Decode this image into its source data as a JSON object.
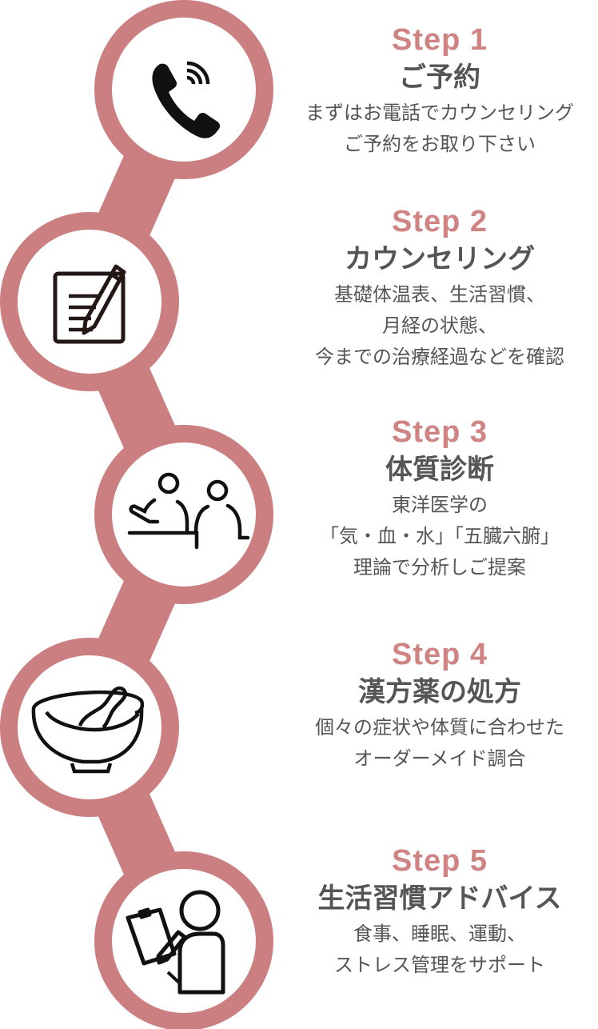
{
  "colors": {
    "accent": "#cb7f80",
    "step_label": "#d08383",
    "text": "#555555",
    "icon": "#111111"
  },
  "steps": [
    {
      "label": "Step 1",
      "title": "ご予約",
      "lines": [
        "まずはお電話でカウンセリング",
        "ご予約をお取り下さい"
      ],
      "icon": "phone-icon"
    },
    {
      "label": "Step 2",
      "title": "カウンセリング",
      "lines": [
        "基礎体温表、生活習慣、",
        "月経の状態、",
        "今までの治療経過などを確認"
      ],
      "icon": "notepad-pencil-icon"
    },
    {
      "label": "Step 3",
      "title": "体質診断",
      "lines": [
        "東洋医学の",
        "「気・血・水」「五臓六腑」",
        "理論で分析しご提案"
      ],
      "icon": "consultation-icon"
    },
    {
      "label": "Step 4",
      "title": "漢方薬の処方",
      "lines": [
        "個々の症状や体質に合わせた",
        "オーダーメイド調合"
      ],
      "icon": "mortar-pestle-icon"
    },
    {
      "label": "Step 5",
      "title": "生活習慣アドバイス",
      "lines": [
        "食事、睡眠、運動、",
        "ストレス管理をサポート"
      ],
      "icon": "clipboard-person-icon"
    }
  ]
}
